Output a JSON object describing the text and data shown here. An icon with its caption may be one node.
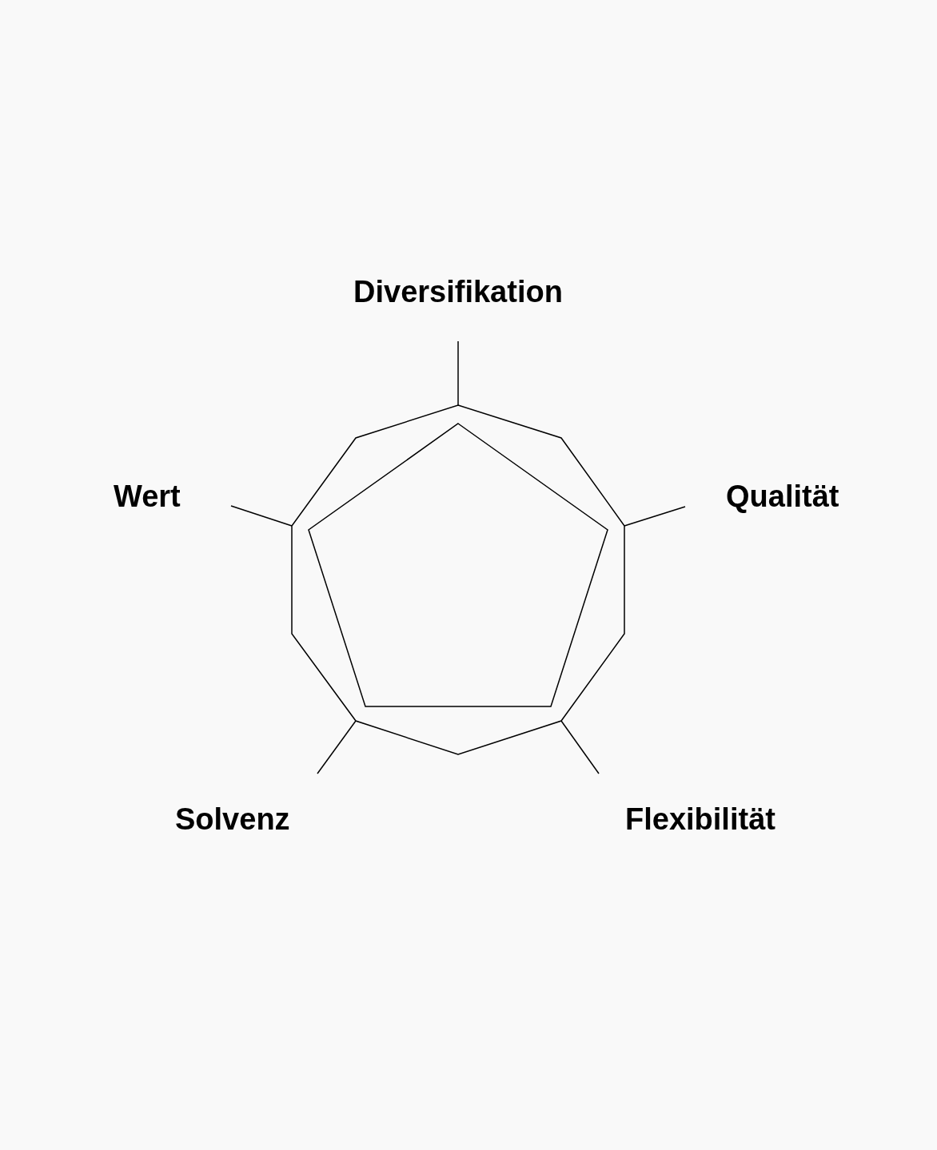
{
  "diagram": {
    "labels": [
      "Diversifikation",
      "Wert",
      "Qualität",
      "Solvenz",
      "Flexibilität"
    ]
  }
}
